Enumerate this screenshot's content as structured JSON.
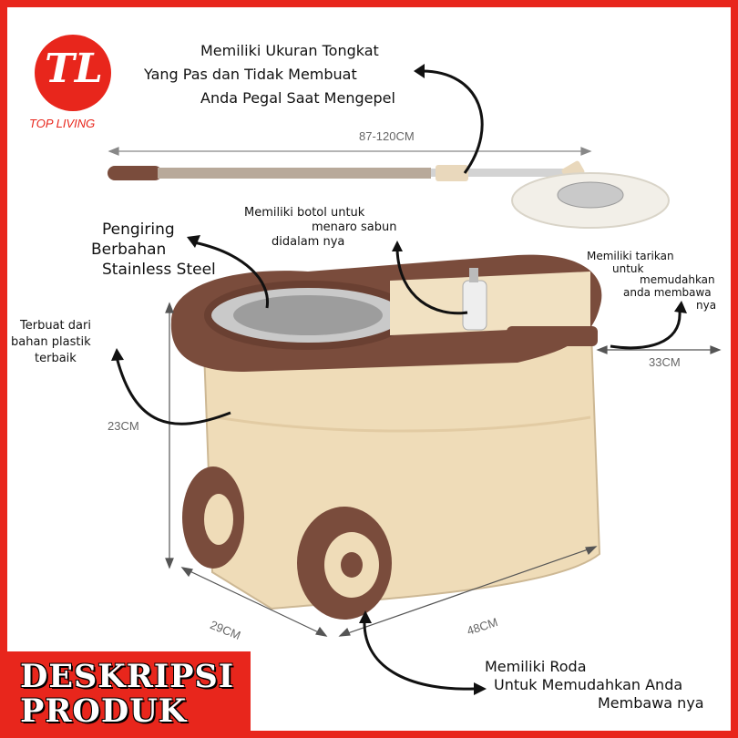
{
  "brand": {
    "logo_letters": "TL",
    "name": "TOP LIVING",
    "color": "#e8261c"
  },
  "annotations": {
    "handle_line1": "Memiliki Ukuran Tongkat",
    "handle_line2": "Yang Pas dan Tidak Membuat",
    "handle_line3": "Anda Pegal Saat Mengepel",
    "soap_line1": "Memiliki botol untuk",
    "soap_line2": "menaro sabun",
    "soap_line3": "didalam nya",
    "basket_line1": "Pengiring",
    "basket_line2": "Berbahan",
    "basket_line3": "Stainless Steel",
    "pull_line1": "Memiliki tarikan",
    "pull_line2": "untuk",
    "pull_line3": "memudahkan",
    "pull_line4": "anda membawa",
    "pull_line5": "nya",
    "plastic_line1": "Terbuat dari",
    "plastic_line2": "bahan plastik",
    "plastic_line3": "terbaik",
    "wheel_line1": "Memiliki Roda",
    "wheel_line2": "Untuk Memudahkan Anda",
    "wheel_line3": "Membawa nya"
  },
  "dimensions": {
    "handle_length": "87-120CM",
    "width": "33CM",
    "height": "23CM",
    "depth": "29CM",
    "length": "48CM"
  },
  "banner": {
    "line1": "DESKRIPSI",
    "line2": "PRODUK"
  },
  "colors": {
    "bucket_body": "#efdcb8",
    "bucket_rim": "#7a4c3c",
    "stainless": "#c9c9c9",
    "mop_head": "#f4f1ea"
  }
}
